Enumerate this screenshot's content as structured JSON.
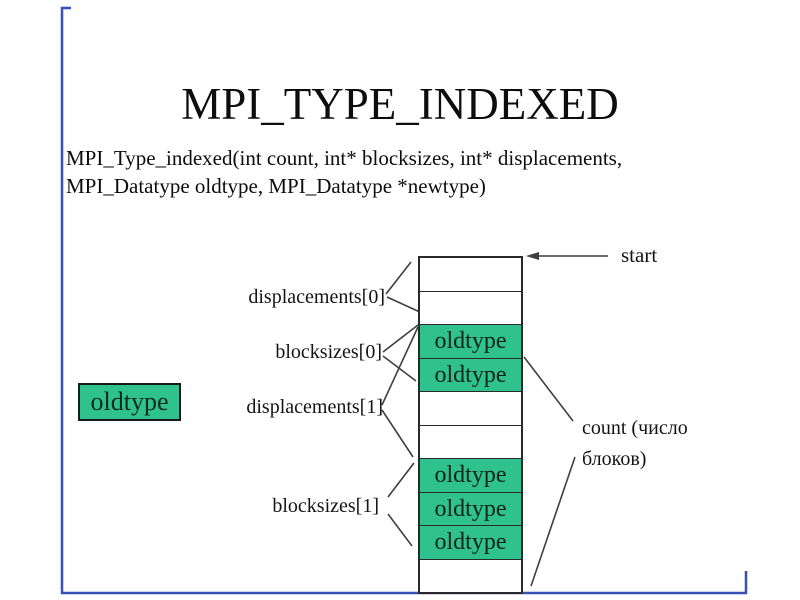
{
  "slide": {
    "title": "MPI_TYPE_INDEXED",
    "signature_line1": "MPI_Type_indexed(int count, int* blocksizes, int* displacements,",
    "signature_line2": "MPI_Datatype oldtype, MPI_Datatype *newtype)",
    "accent_border_color": "#3a50b8"
  },
  "diagram": {
    "legend_box": {
      "label": "oldtype",
      "fill": "#2fc28f"
    },
    "labels": {
      "displacements0": "displacements[0]",
      "blocksizes0": "blocksizes[0]",
      "displacements1": "displacements[1]",
      "blocksizes1": "blocksizes[1]",
      "start": "start",
      "count_line1": "count (число",
      "count_line2": "блоков)"
    },
    "stack": {
      "cell_label": "oldtype",
      "fill_color": "#2fc28f",
      "cells": [
        {
          "filled": false
        },
        {
          "filled": false
        },
        {
          "filled": true
        },
        {
          "filled": true
        },
        {
          "filled": false
        },
        {
          "filled": false
        },
        {
          "filled": true
        },
        {
          "filled": true
        },
        {
          "filled": true
        },
        {
          "filled": false
        }
      ]
    }
  }
}
